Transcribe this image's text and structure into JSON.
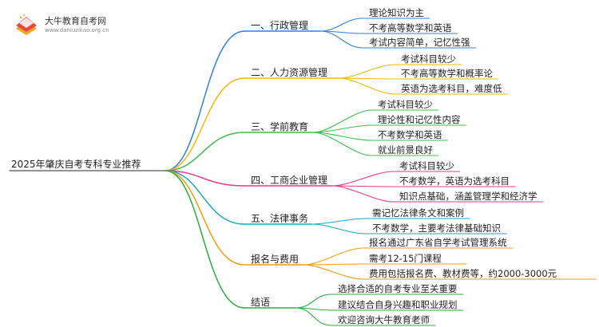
{
  "logo": {
    "name": "大牛教育自考网",
    "url": "www.daniuzikao.org.cn",
    "icon": "book-stack-icon"
  },
  "root": {
    "label": "2025年肇庆自考专科专业推荐"
  },
  "branches": [
    {
      "label": "一、行政管理",
      "color": "#2f7fe3",
      "leaves": [
        "理论知识为主",
        "不考高等数学和英语",
        "考试内容简单，记忆性强"
      ]
    },
    {
      "label": "二、人力资源管理",
      "color": "#f2b705",
      "leaves": [
        "考试科目较少",
        "不考高等数学和概率论",
        "英语为选考科目，难度低"
      ]
    },
    {
      "label": "三、学前教育",
      "color": "#3bbf4c",
      "leaves": [
        "考试科目较少",
        "理论性和记忆性内容",
        "不考数学和英语",
        "就业前景良好"
      ]
    },
    {
      "label": "四、工商企业管理",
      "color": "#e8388a",
      "leaves": [
        "考试科目较少",
        "不考数学，英语为选考科目",
        "知识点基础，涵盖管理学和经济学"
      ]
    },
    {
      "label": "五、法律事务",
      "color": "#1aa6c9",
      "leaves": [
        "需记忆法律条文和案例",
        "不考数学，主要考法律基础知识"
      ]
    },
    {
      "label": "报名与费用",
      "color": "#f39c12",
      "leaves": [
        "报名通过广东省自学考试管理系统",
        "需考12-15门课程",
        "费用包括报名费、教材费等，约2000-3000元"
      ]
    },
    {
      "label": "结语",
      "color": "#27ae3a",
      "leaves": [
        "选择合适的自考专业至关重要",
        "建议结合自身兴趣和职业规划",
        "欢迎咨询大牛教育老师"
      ]
    }
  ]
}
